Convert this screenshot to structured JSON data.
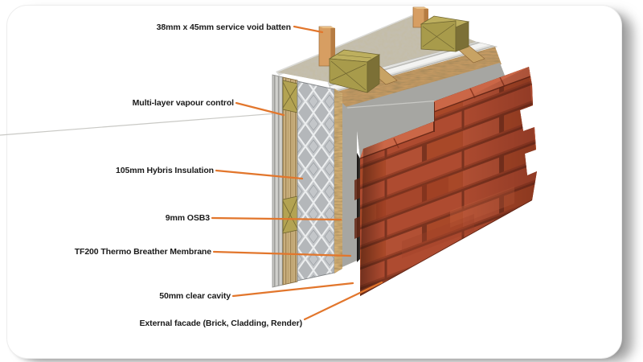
{
  "page": {
    "background": "#ffffff"
  },
  "card": {
    "background": "#ffffff",
    "shape": "rounded-rectangle-with-shadow"
  },
  "colors": {
    "leader_line": "#E2762C",
    "label_text": "#1A1A1A",
    "brick_face": "#AE4B30",
    "brick_top": "#CB6747",
    "mortar": "#7A331F",
    "membrane_grey": "#A6A6A2",
    "osb_tan": "#C59A63",
    "insulation_quilt_silver": "#B4B7BA",
    "insulation_rows_white": "#E2E2DF",
    "batten_wood": "#D79E62",
    "noggin_khaki": "#A89B4B"
  },
  "labels": [
    {
      "id": "service-void-batten",
      "text": "38mm x 45mm  service void batten"
    },
    {
      "id": "vapour-control",
      "text": "Multi-layer vapour control"
    },
    {
      "id": "hybris-insulation",
      "text": "105mm Hybris Insulation"
    },
    {
      "id": "osb3",
      "text": "9mm OSB3"
    },
    {
      "id": "breather-membrane",
      "text": "TF200 Thermo Breather Membrane"
    },
    {
      "id": "clear-cavity",
      "text": "50mm clear cavity"
    },
    {
      "id": "external-facade",
      "text": "External facade (Brick, Cladding, Render)"
    }
  ]
}
